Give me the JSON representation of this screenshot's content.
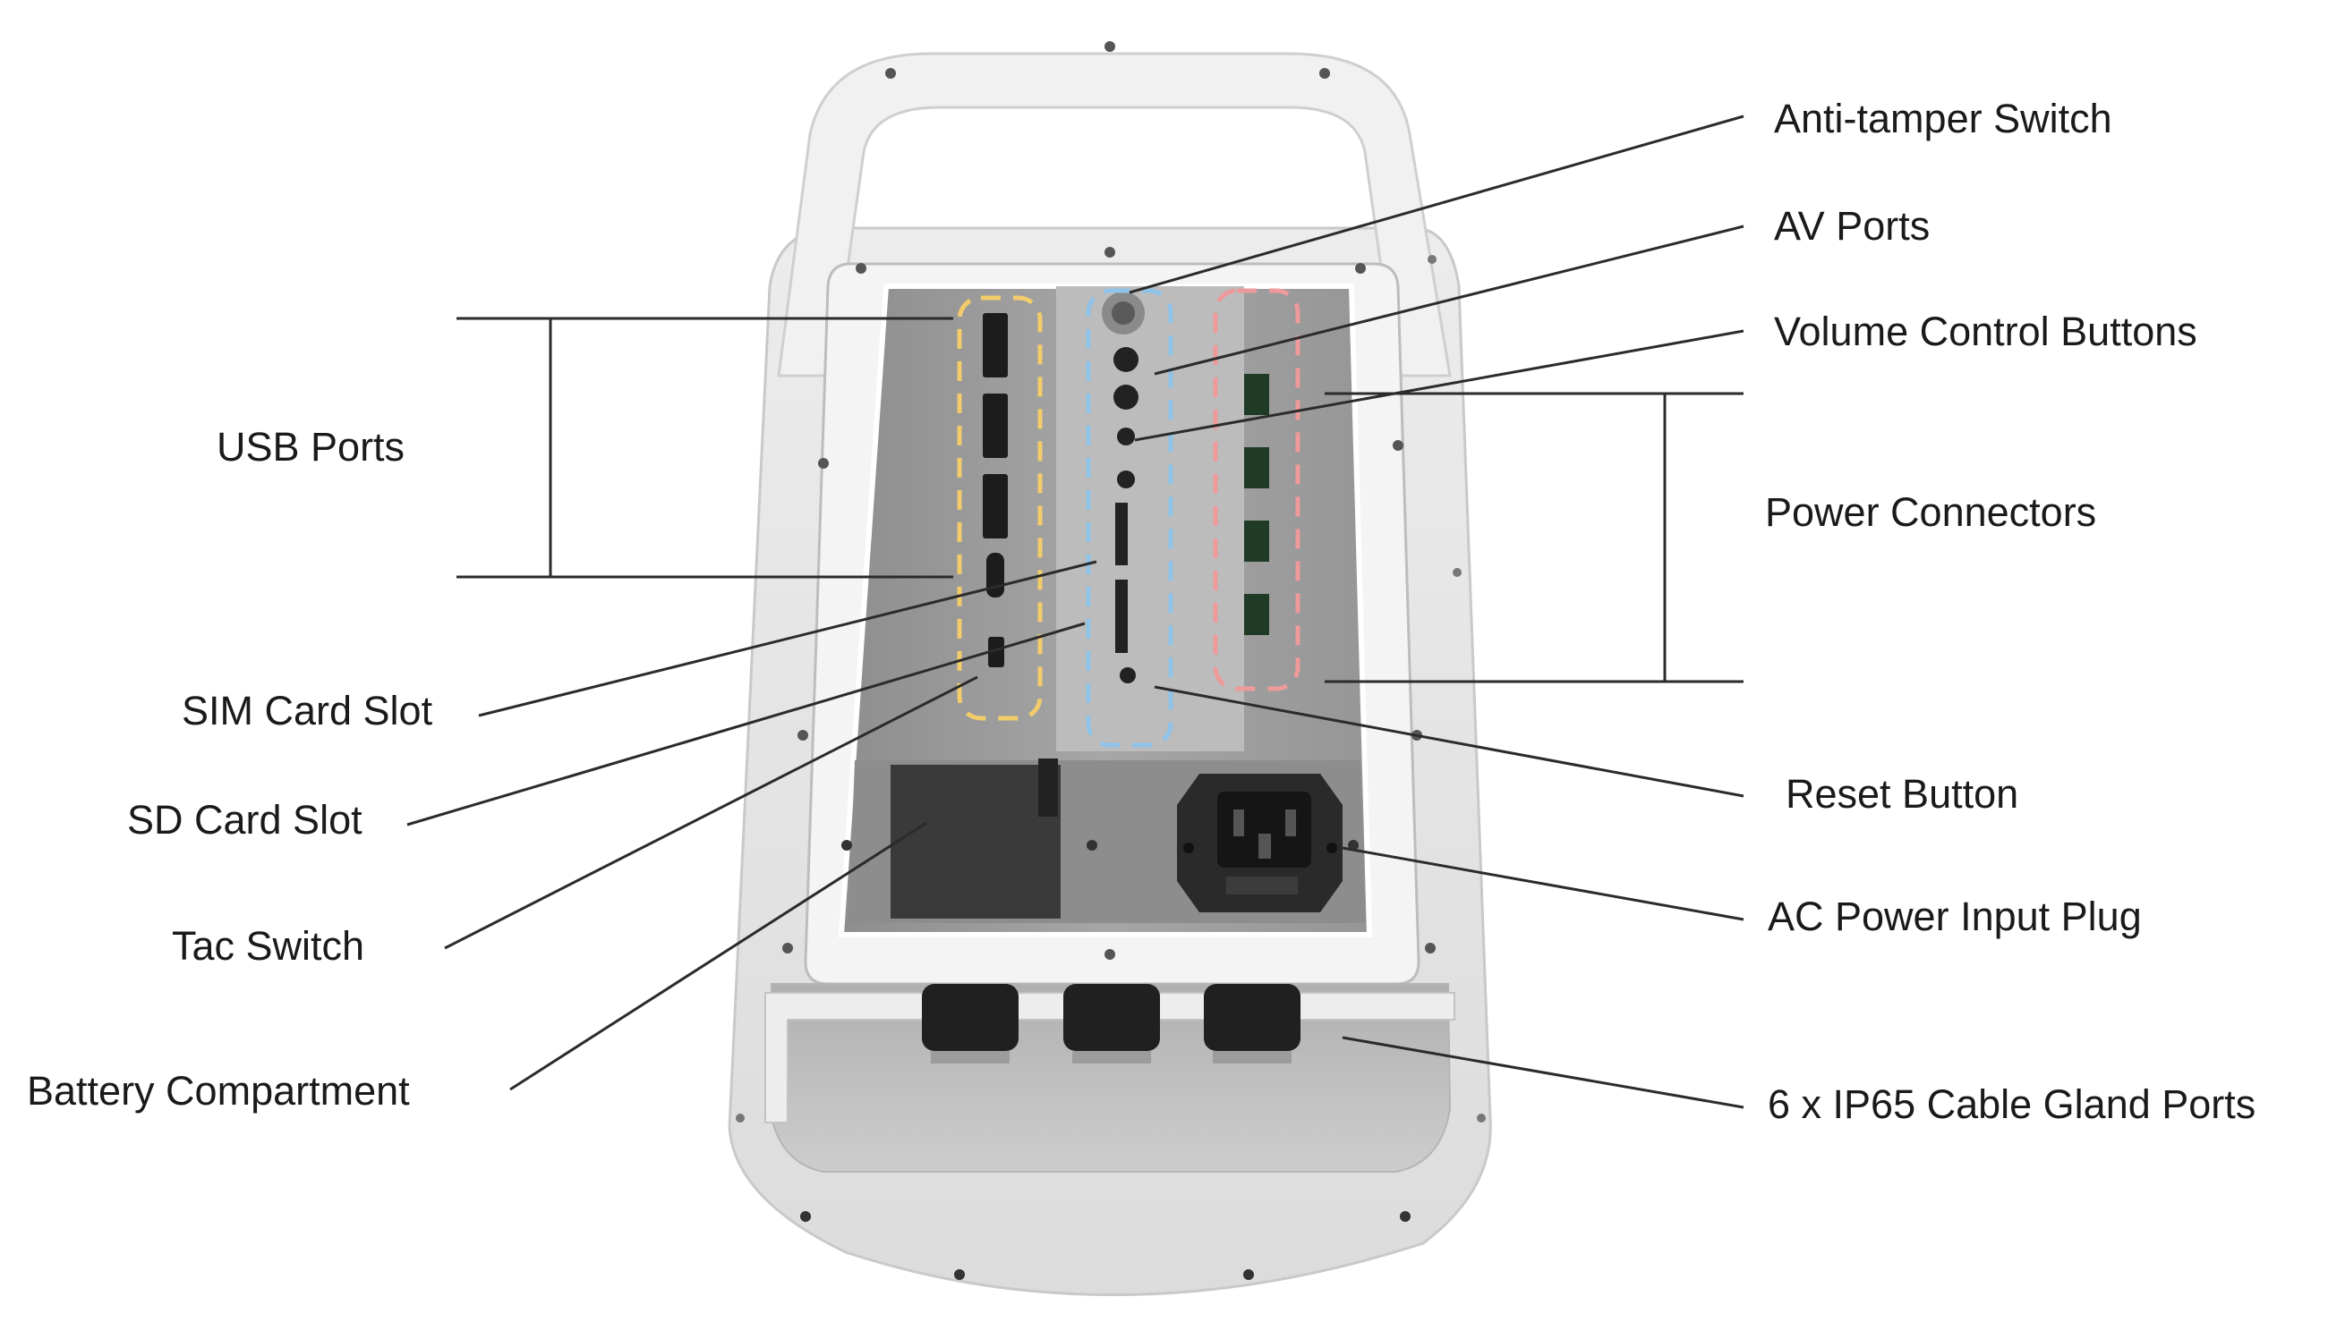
{
  "labels": {
    "usb_ports": "USB Ports",
    "sim_card_slot": "SIM Card Slot",
    "sd_card_slot": "SD Card Slot",
    "tac_switch": "Tac Switch",
    "battery_compartment": "Battery Compartment",
    "anti_tamper_switch": "Anti-tamper Switch",
    "av_ports": "AV Ports",
    "volume_control_buttons": "Volume Control Buttons",
    "power_connectors": "Power Connectors",
    "reset_button": "Reset Button",
    "ac_power_input_plug": "AC Power Input Plug",
    "cable_gland_ports": "6 x IP65 Cable Gland Ports"
  },
  "colors": {
    "usb_group_outline": "#f2cc6b",
    "av_group_outline": "#8fc3e8",
    "power_group_outline": "#ee9a9a"
  }
}
